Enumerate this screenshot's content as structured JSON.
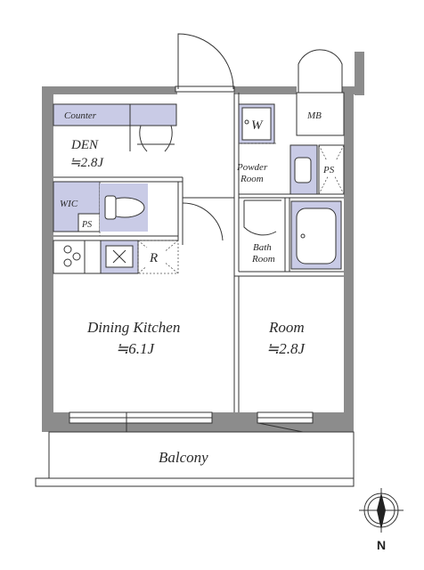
{
  "labels": {
    "counter": "Counter",
    "den": "DEN",
    "den_size": "≒2.8J",
    "wic": "WIC",
    "ps_left": "PS",
    "washer": "W",
    "mb": "MB",
    "powder_room_1": "Powder",
    "powder_room_2": "Room",
    "ps_right": "PS",
    "bath_room_1": "Bath",
    "bath_room_2": "Room",
    "refrigerator": "R",
    "dining_kitchen": "Dining Kitchen",
    "dining_kitchen_size": "≒6.1J",
    "room": "Room",
    "room_size": "≒2.8J",
    "balcony": "Balcony",
    "north": "N"
  },
  "colors": {
    "wall": "#8c8c8c",
    "fixture_fill": "#c9cbe6",
    "line": "#333333"
  },
  "icons": [
    "compass-icon",
    "toilet-icon",
    "sink-icon",
    "bathtub-icon",
    "stove-icon",
    "washbasin-icon"
  ]
}
